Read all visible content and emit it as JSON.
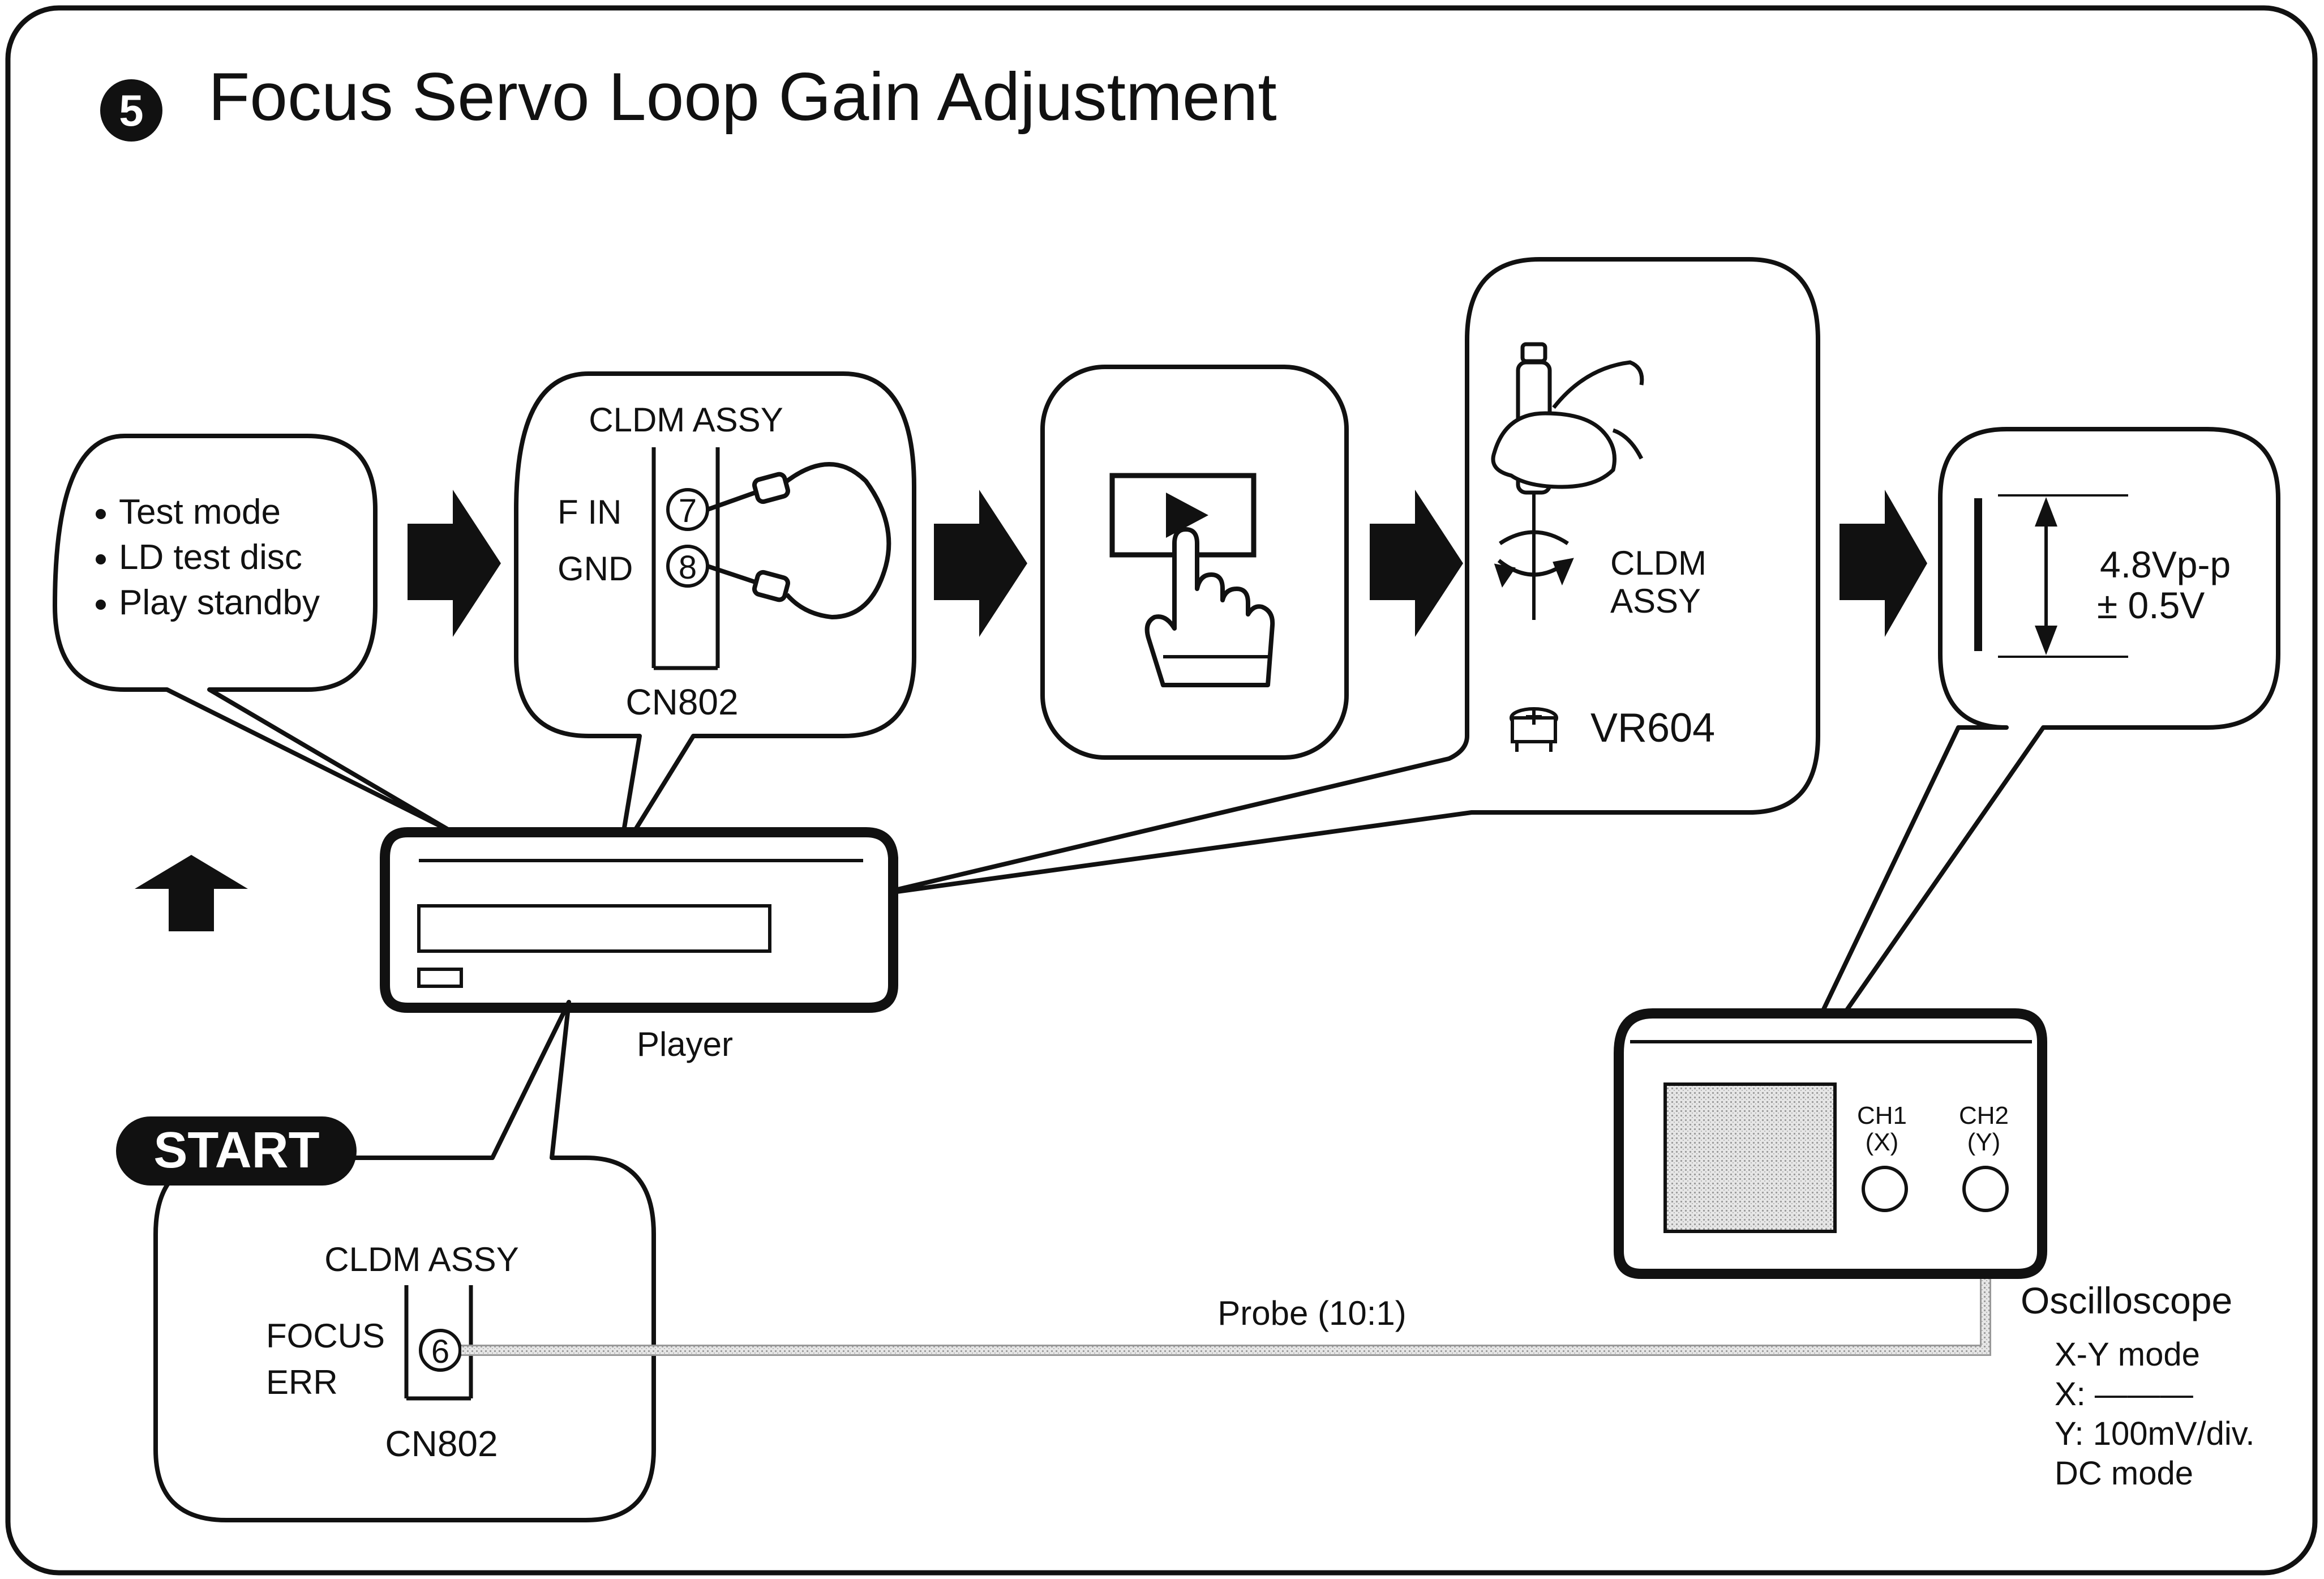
{
  "title": {
    "number": "5",
    "text": "Focus Servo Loop Gain Adjustment"
  },
  "conditions": {
    "items": [
      "Test mode",
      "LD test disc",
      "Play standby"
    ]
  },
  "connection_box": {
    "board": "CLDM ASSY",
    "pin7_label": "F IN",
    "pin7": "7",
    "pin8_label": "GND",
    "pin8": "8",
    "connector": "CN802"
  },
  "adjust_box": {
    "board_line1": "CLDM",
    "board_line2": "ASSY",
    "control": "VR604"
  },
  "scope_box": {
    "value_line1": "4.8Vp-p",
    "value_line2": "± 0.5V"
  },
  "player": {
    "label": "Player"
  },
  "start": {
    "badge": "START",
    "board": "CLDM ASSY",
    "signal_line1": "FOCUS",
    "signal_line2": "ERR",
    "pin": "6",
    "connector": "CN802"
  },
  "probe": {
    "label": "Probe (10:1)"
  },
  "oscilloscope": {
    "ch1_line1": "CH1",
    "ch1_line2": "(X)",
    "ch2_line1": "CH2",
    "ch2_line2": "(Y)",
    "name": "Oscilloscope",
    "settings": [
      "X-Y mode",
      "X: ———",
      "Y: 100mV/div.",
      "DC mode"
    ]
  },
  "colors": {
    "ink": "#111111",
    "background": "#ffffff",
    "probe_cable": "#9a9a9a",
    "screen": "#cfcfcf"
  }
}
